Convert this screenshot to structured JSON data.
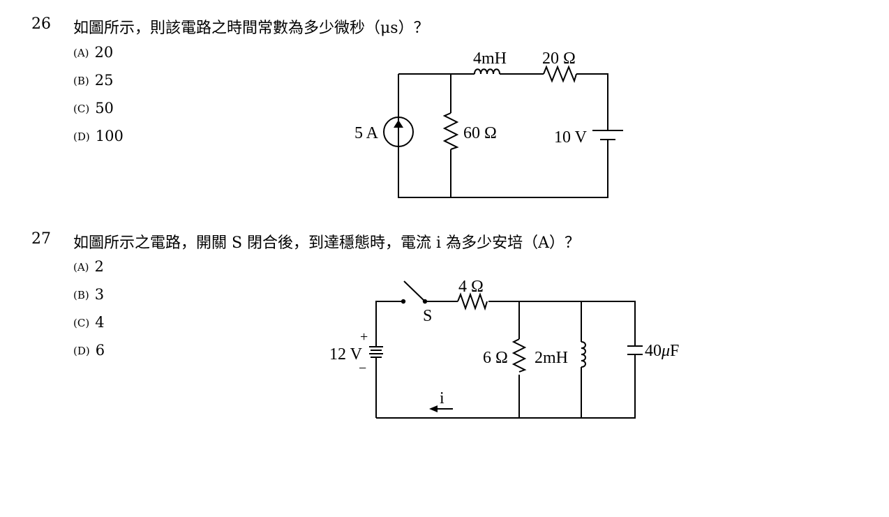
{
  "questions": [
    {
      "number": "26",
      "text": "如圖所示，則該電路之時間常數為多少微秒（μs）？",
      "options": [
        {
          "label": "(A)",
          "value": "20"
        },
        {
          "label": "(B)",
          "value": "25"
        },
        {
          "label": "(C)",
          "value": "50"
        },
        {
          "label": "(D)",
          "value": "100"
        }
      ],
      "circuit": {
        "inductor": "4mH",
        "series_resistor": "20 Ω",
        "current_source": "5 A",
        "shunt_resistor": "60 Ω",
        "battery": "10 V"
      }
    },
    {
      "number": "27",
      "text": "如圖所示之電路，開關 S 閉合後，到達穩態時，電流 i 為多少安培（A）？",
      "options": [
        {
          "label": "(A)",
          "value": "2"
        },
        {
          "label": "(B)",
          "value": "3"
        },
        {
          "label": "(C)",
          "value": "4"
        },
        {
          "label": "(D)",
          "value": "6"
        }
      ],
      "circuit": {
        "series_resistor": "4 Ω",
        "switch": "S",
        "battery": "12 V",
        "plus": "+",
        "minus": "−",
        "current": "i",
        "resistor": "6 Ω",
        "inductor": "2mH",
        "capacitor_value": "40",
        "capacitor_unit_mu": "μ",
        "capacitor_unit_f": "F"
      }
    }
  ]
}
